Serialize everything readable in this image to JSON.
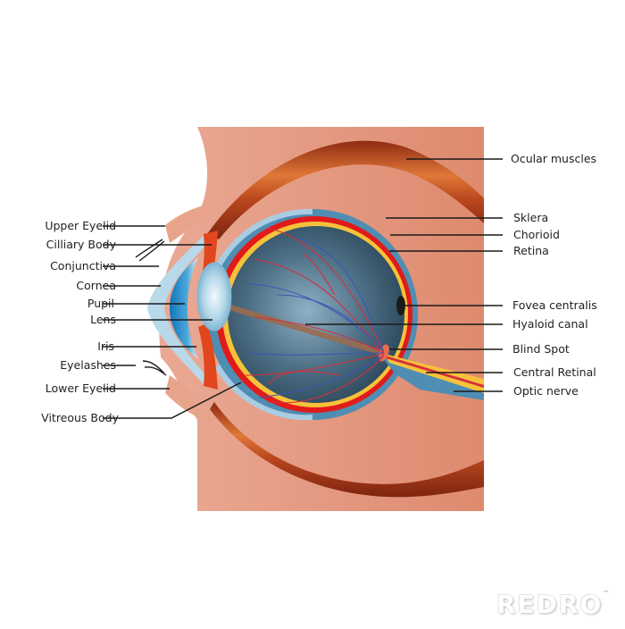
{
  "diagram": {
    "subject": "Human eye anatomy (sagittal cross-section)",
    "colors": {
      "skin_panel": "#e8a48a",
      "skin_panel_dark": "#dd8a6c",
      "muscle": "#c85a2a",
      "muscle_dark": "#8e2a12",
      "sclera_outer": "#4f8db3",
      "sclera_light": "#a9cce3",
      "choroid": "#e11a1a",
      "retina": "#f6c23a",
      "vitreous": "#2f4f63",
      "vitreous_light": "#7fa3b8",
      "cornea": "#1a8fd1",
      "iris": "#e2461e",
      "blood_red": "#d42f3c",
      "blood_blue": "#3a56b5",
      "hyaloid": "#9b6a4e",
      "leader_line": "#1a1a1a"
    },
    "labels_left": [
      {
        "id": "upper-eyelid",
        "text": "Upper Eyelid"
      },
      {
        "id": "cilliary-body",
        "text": "Cilliary Body"
      },
      {
        "id": "conjunctiva",
        "text": "Conjunctiva"
      },
      {
        "id": "cornea",
        "text": "Cornea"
      },
      {
        "id": "pupil",
        "text": "Pupil"
      },
      {
        "id": "lens",
        "text": "Lens"
      },
      {
        "id": "iris",
        "text": "Iris"
      },
      {
        "id": "eyelashes",
        "text": "Eyelashes"
      },
      {
        "id": "lower-eyelid",
        "text": "Lower Eyelid"
      },
      {
        "id": "vitreous-body",
        "text": "Vitreous Body"
      }
    ],
    "labels_right": [
      {
        "id": "ocular-muscles",
        "text": "Ocular muscles"
      },
      {
        "id": "sklera",
        "text": "Sklera"
      },
      {
        "id": "chorioid",
        "text": "Chorioid"
      },
      {
        "id": "retina",
        "text": "Retina"
      },
      {
        "id": "fovea-centralis",
        "text": "Fovea centralis"
      },
      {
        "id": "hyaloid-canal",
        "text": "Hyaloid canal"
      },
      {
        "id": "blind-spot",
        "text": "Blind Spot"
      },
      {
        "id": "central-retinal",
        "text": "Central Retinal"
      },
      {
        "id": "optic-nerve",
        "text": "Optic nerve"
      }
    ]
  },
  "watermark": {
    "text": "REDRO",
    "tm": "™"
  }
}
